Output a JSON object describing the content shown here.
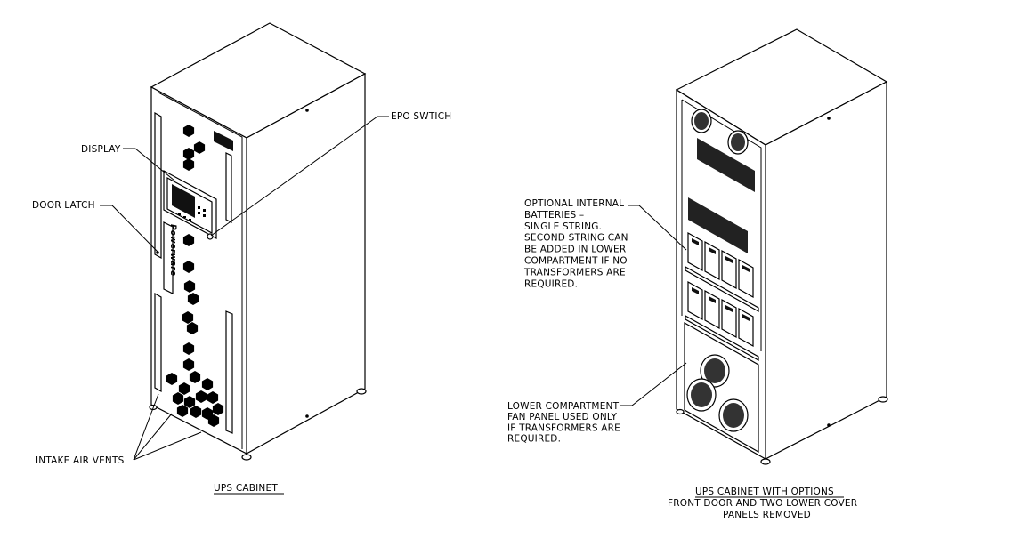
{
  "labels": {
    "display": "DISPLAY",
    "door_latch": "DOOR LATCH",
    "epo_switch": "EPO SWTICH",
    "intake_air_vents": "INTAKE AIR VENTS",
    "optional_batteries": [
      "OPTIONAL INTERNAL",
      "BATTERIES –",
      "SINGLE STRING.",
      "SECOND STRING CAN",
      "BE ADDED IN LOWER",
      "COMPARTMENT IF NO",
      "TRANSFORMERS ARE",
      "REQUIRED."
    ],
    "lower_compartment": [
      "LOWER COMPARTMENT",
      "FAN PANEL USED ONLY",
      "IF TRANSFORMERS ARE",
      "REQUIRED."
    ]
  },
  "captions": {
    "left": "UPS CABINET",
    "right_title": "UPS CABINET WITH OPTIONS",
    "right_line2": "FRONT DOOR AND TWO LOWER COVER",
    "right_line3": "PANELS REMOVED"
  },
  "panel_brand_text": "Powerware"
}
